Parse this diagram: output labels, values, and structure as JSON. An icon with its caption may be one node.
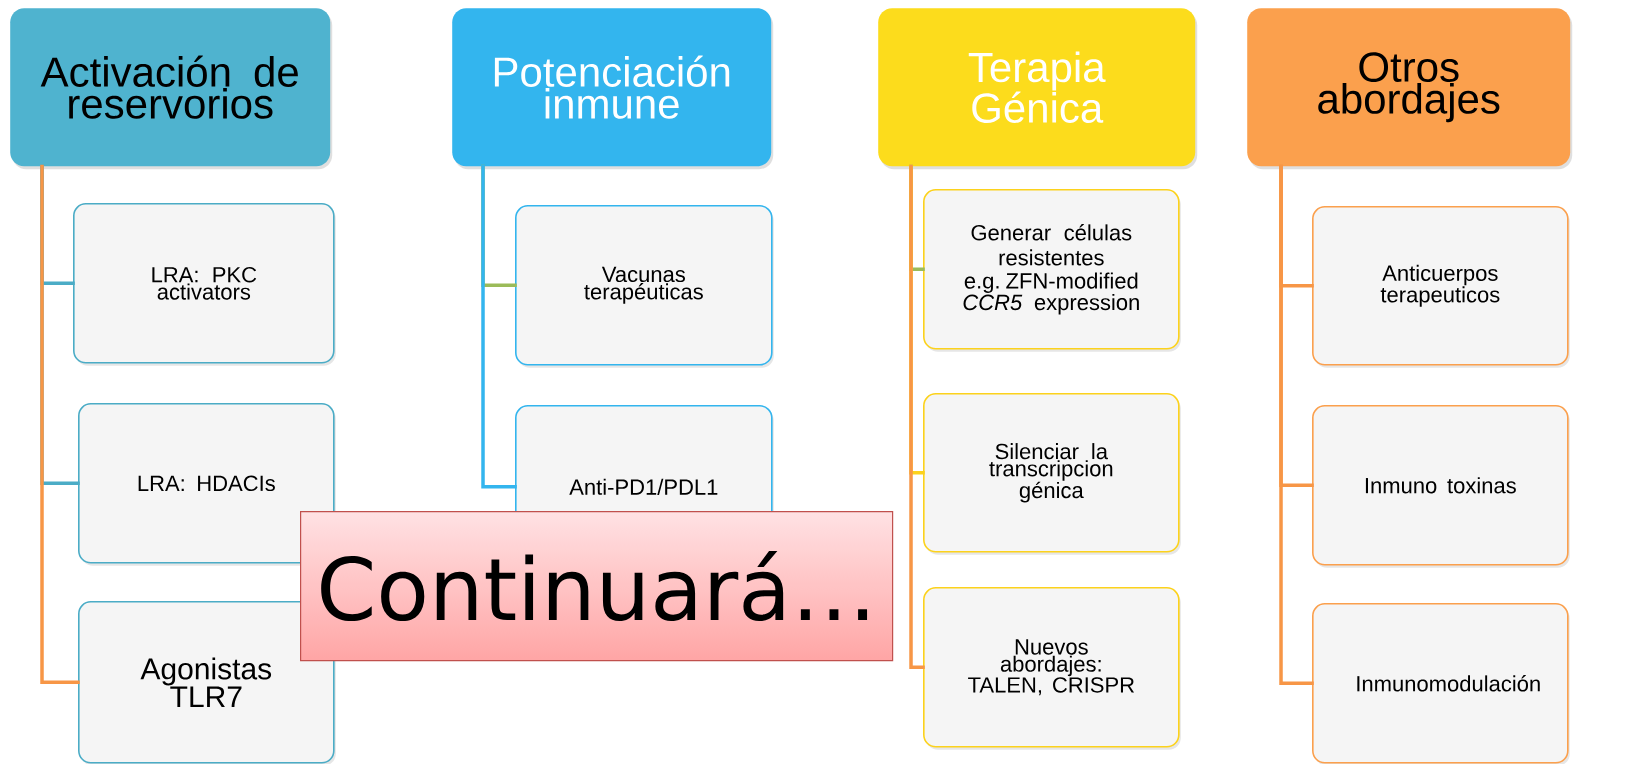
{
  "diagram": {
    "nodes": [
      {
        "text": [
          "Activación de reservorios"
        ]
      },
      {
        "text": [
          "Potenciación inmune"
        ]
      },
      {
        "text": [
          "Terapia Génica"
        ]
      },
      {
        "text": [
          "Otros abordajes"
        ]
      },
      {
        "text": [
          "LRA: PKC activators"
        ]
      },
      {
        "text": [
          "LRA: HDACIs"
        ]
      },
      {
        "text": [
          "Agonistas TLR7"
        ]
      },
      {
        "text": [
          "Vacunas terapéuticas"
        ]
      },
      {
        "text": [
          "Anti-PD1/PDL1"
        ]
      },
      {
        "text": [
          "Generar células resistentes",
          "e.g. ZFN-modified *CCR5* expression"
        ]
      },
      {
        "text": [
          "Silenciar la transcripcion génica"
        ]
      },
      {
        "text": [
          "Nuevos abordajes: TALEN, CRISPR"
        ]
      },
      {
        "text": [
          "Anticuerpos terapeuticos"
        ]
      },
      {
        "text": [
          "Inmuno toxinas"
        ]
      },
      {
        "text": [
          "Inmunomodulación"
        ]
      },
      {
        "text": [
          "Continuará…"
        ]
      }
    ],
    "edges": [
      {
        "from": 0,
        "to": 4,
        "arrow": "none",
        "color": "#4bacc6"
      },
      {
        "from": 0,
        "to": 5,
        "arrow": "none",
        "color": "#4bacc6"
      },
      {
        "from": 0,
        "to": 6,
        "arrow": "none",
        "color": "#f79646"
      },
      {
        "from": 1,
        "to": 7,
        "arrow": "none",
        "color": "#9bbb59"
      },
      {
        "from": 1,
        "to": 8,
        "arrow": "none",
        "color": "#33b5ee"
      },
      {
        "from": 2,
        "to": 9,
        "arrow": "none",
        "color": "#9bbb59"
      },
      {
        "from": 2,
        "to": 10,
        "arrow": "none",
        "color": "#fcd21c"
      },
      {
        "from": 2,
        "to": 11,
        "arrow": "none",
        "color": "#f79646"
      },
      {
        "from": 3,
        "to": 12,
        "arrow": "none",
        "color": "#f79646"
      },
      {
        "from": 3,
        "to": 13,
        "arrow": "none",
        "color": "#f79646"
      },
      {
        "from": 3,
        "to": 14,
        "arrow": "none",
        "color": "#f79646"
      }
    ]
  }
}
